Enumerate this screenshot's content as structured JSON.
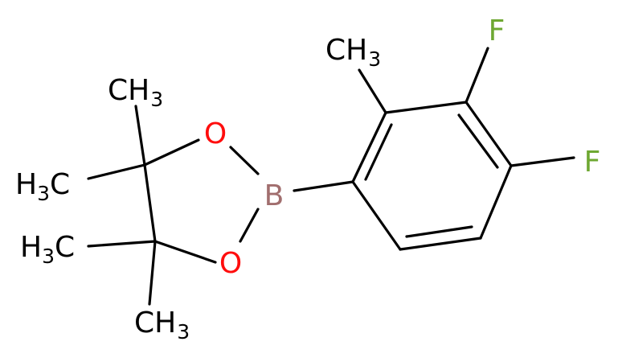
{
  "colors": {
    "carbon": "#000000",
    "oxygen": "#ff0d0d",
    "boron": "#a16e6e",
    "fluorine": "#6ea832",
    "background": "#ffffff"
  },
  "atoms": {
    "o_top": "O",
    "o_bottom": "O",
    "boron": "B",
    "f_top": "F",
    "f_right": "F",
    "methyl_aryl": {
      "main": "CH",
      "sub": "3"
    },
    "methyl_top": {
      "main": "CH",
      "sub": "3"
    },
    "methyl_left_upper": {
      "sub": "3",
      "main": "C",
      "pre": "H"
    },
    "methyl_left_lower": {
      "sub": "3",
      "main": "C",
      "pre": "H"
    },
    "methyl_bottom": {
      "main": "CH",
      "sub": "3"
    }
  }
}
